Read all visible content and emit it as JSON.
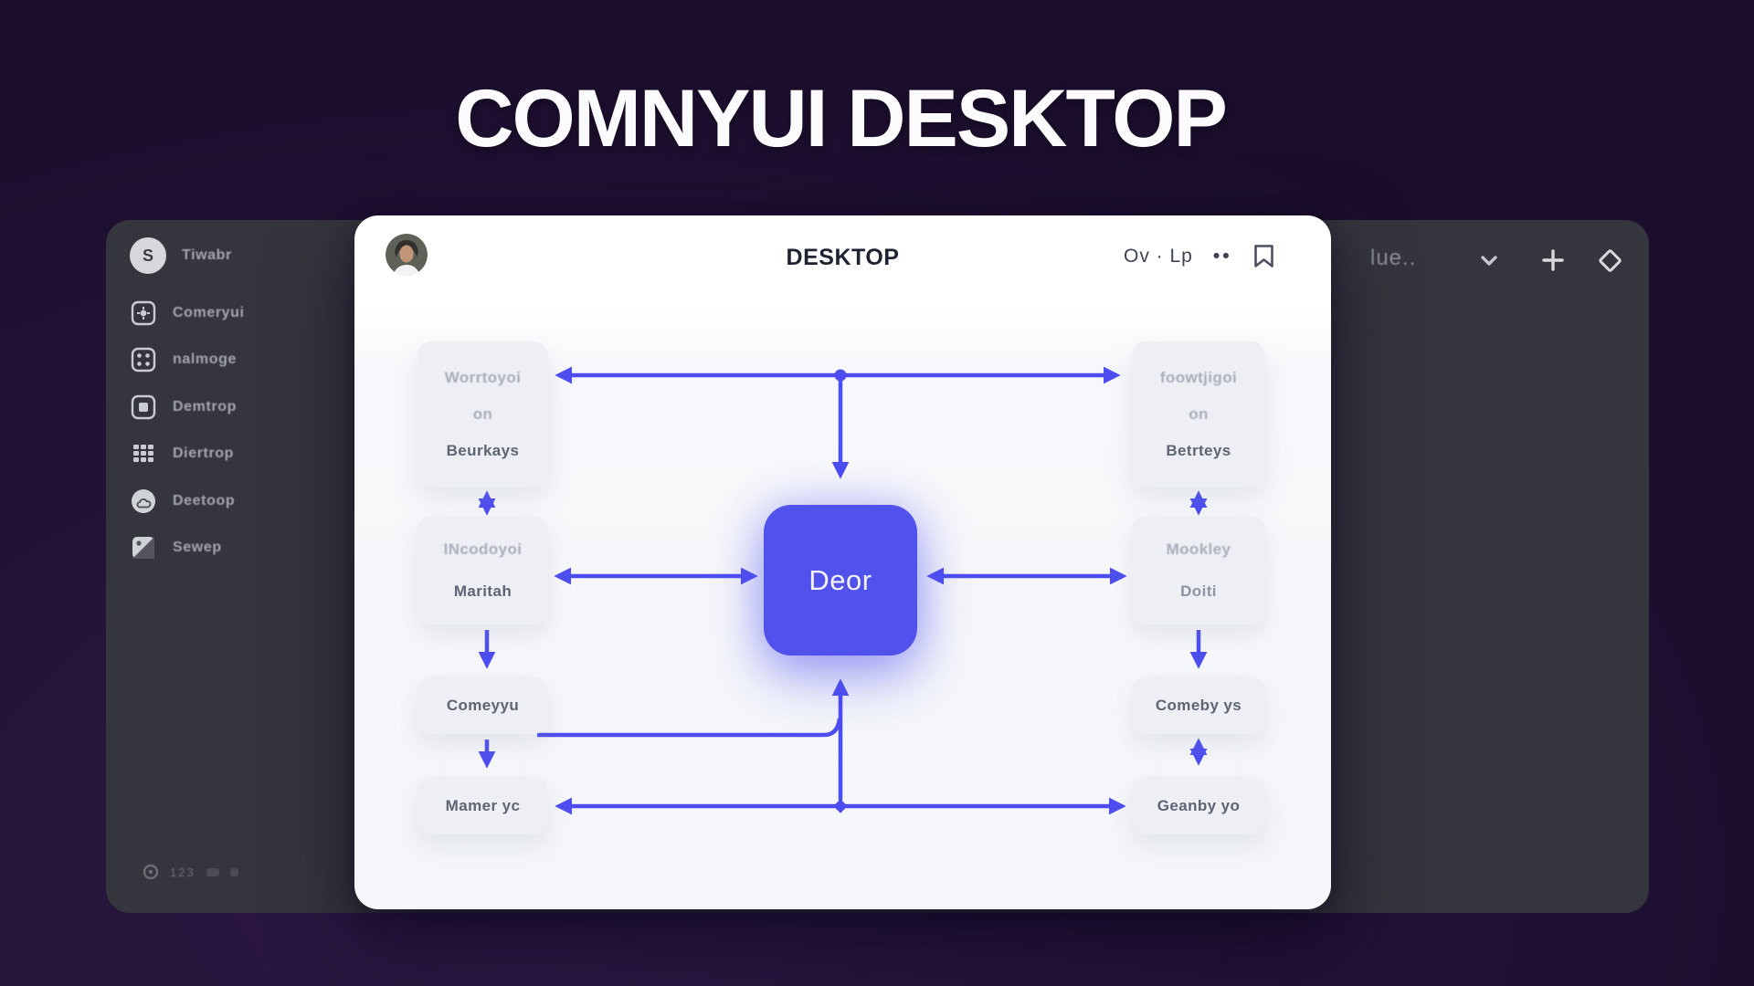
{
  "page": {
    "title": "COMNYUI DESKTOP"
  },
  "sidebar": {
    "items": [
      {
        "label": "Tiwabr",
        "icon": "s-badge-icon",
        "badge_letter": "S"
      },
      {
        "label": "Comeryui",
        "icon": "gear-icon"
      },
      {
        "label": "nalmoge",
        "icon": "dots-grid-icon"
      },
      {
        "label": "Demtrop",
        "icon": "frame-icon"
      },
      {
        "label": "Diertrop",
        "icon": "waffle-grid-icon"
      },
      {
        "label": "Deetoop",
        "icon": "cloud-icon"
      },
      {
        "label": "Sewep",
        "icon": "photo-icon"
      }
    ],
    "footer_text": "123"
  },
  "card": {
    "header": {
      "title": "DESKTOP",
      "meta": "Ov · Lp",
      "dots": "••"
    },
    "diagram": {
      "center_label": "Deor",
      "left_boxes": [
        {
          "lines": [
            "Worrtoyoi",
            "on",
            "Beurkays"
          ]
        },
        {
          "lines": [
            "INcodoyoi",
            "Maritah"
          ]
        },
        {
          "lines": [
            "Comeyyu"
          ]
        },
        {
          "lines": [
            "Mamer yc"
          ]
        }
      ],
      "right_boxes": [
        {
          "lines": [
            "foowtjigoi",
            "on",
            "Betrteys"
          ]
        },
        {
          "lines": [
            "Mookley",
            "Doiti"
          ]
        },
        {
          "lines": [
            "Comeby ys"
          ]
        },
        {
          "lines": [
            "Geanby yo"
          ]
        }
      ]
    }
  },
  "panel": {
    "dropdown_label": "lue.."
  },
  "colors": {
    "accent": "#4d4df0",
    "center_node": "#5151ec",
    "background": "#241337",
    "window_panel": "#35353d",
    "card": "#ffffff",
    "flow_box": "#edeff5"
  }
}
